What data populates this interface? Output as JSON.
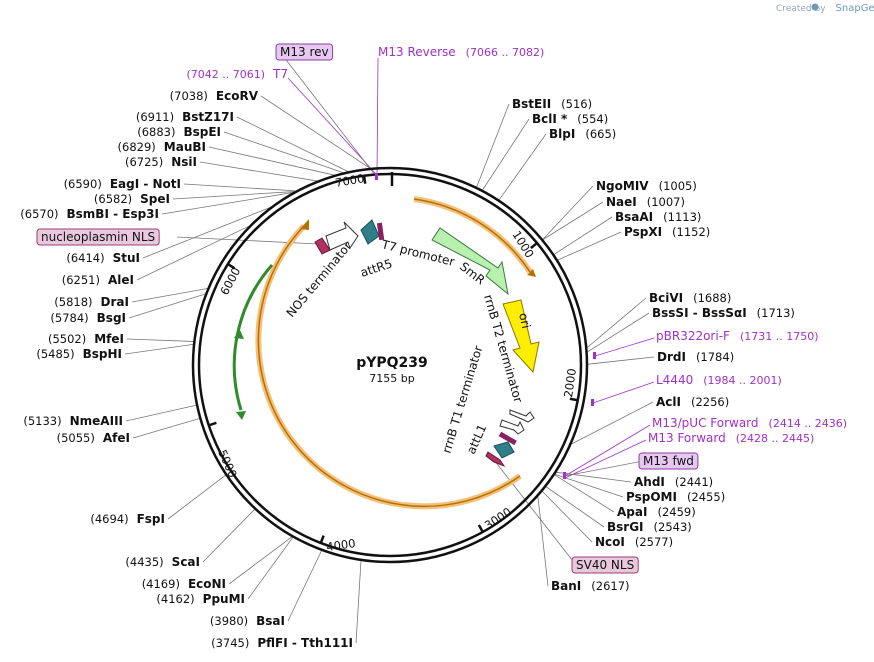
{
  "credit": {
    "prefix": "Created by",
    "brand": "SnapGene"
  },
  "plasmid": {
    "name": "pYPQ239",
    "size": "7155 bp"
  },
  "ticks": [
    {
      "label": "1000",
      "bp": 1000
    },
    {
      "label": "2000",
      "bp": 2000
    },
    {
      "label": "3000",
      "bp": 3000
    },
    {
      "label": "4000",
      "bp": 4000
    },
    {
      "label": "5000",
      "bp": 5000
    },
    {
      "label": "6000",
      "bp": 6000
    },
    {
      "label": "7000",
      "bp": 7000
    }
  ],
  "enzymes": [
    {
      "name": "BstEII",
      "pos": "(516)",
      "bp": 516
    },
    {
      "name": "BclI *",
      "pos": "(554)",
      "bp": 554
    },
    {
      "name": "BlpI",
      "pos": "(665)",
      "bp": 665
    },
    {
      "name": "NgoMIV",
      "pos": "(1005)",
      "bp": 1005
    },
    {
      "name": "NaeI",
      "pos": "(1007)",
      "bp": 1007
    },
    {
      "name": "BsaAI",
      "pos": "(1113)",
      "bp": 1113
    },
    {
      "name": "PspXI",
      "pos": "(1152)",
      "bp": 1152
    },
    {
      "name": "BciVI",
      "pos": "(1688)",
      "bp": 1688
    },
    {
      "name": "BssSI - BssSαI",
      "pos": "(1713)",
      "bp": 1713
    },
    {
      "name": "DrdI",
      "pos": "(1784)",
      "bp": 1784
    },
    {
      "name": "AclI",
      "pos": "(2256)",
      "bp": 2256
    },
    {
      "name": "AhdI",
      "pos": "(2441)",
      "bp": 2441
    },
    {
      "name": "PspOMI",
      "pos": "(2455)",
      "bp": 2455
    },
    {
      "name": "ApaI",
      "pos": "(2459)",
      "bp": 2459
    },
    {
      "name": "BsrGI",
      "pos": "(2543)",
      "bp": 2543
    },
    {
      "name": "NcoI",
      "pos": "(2577)",
      "bp": 2577
    },
    {
      "name": "BanI",
      "pos": "(2617)",
      "bp": 2617
    },
    {
      "name": "PflFI - Tth111I",
      "pos": "(3745)",
      "bp": 3745
    },
    {
      "name": "BsaI",
      "pos": "(3980)",
      "bp": 3980
    },
    {
      "name": "PpuMI",
      "pos": "(4162)",
      "bp": 4162
    },
    {
      "name": "EcoNI",
      "pos": "(4169)",
      "bp": 4169
    },
    {
      "name": "ScaI",
      "pos": "(4435)",
      "bp": 4435
    },
    {
      "name": "FspI",
      "pos": "(4694)",
      "bp": 4694
    },
    {
      "name": "AfeI",
      "pos": "(5055)",
      "bp": 5055
    },
    {
      "name": "NmeAIII",
      "pos": "(5133)",
      "bp": 5133
    },
    {
      "name": "BspHI",
      "pos": "(5485)",
      "bp": 5485
    },
    {
      "name": "MfeI",
      "pos": "(5502)",
      "bp": 5502
    },
    {
      "name": "BsgI",
      "pos": "(5784)",
      "bp": 5784
    },
    {
      "name": "DraI",
      "pos": "(5818)",
      "bp": 5818
    },
    {
      "name": "AleI",
      "pos": "(6251)",
      "bp": 6251
    },
    {
      "name": "StuI",
      "pos": "(6414)",
      "bp": 6414
    },
    {
      "name": "BsmBI - Esp3I",
      "pos": "(6570)",
      "bp": 6570
    },
    {
      "name": "SpeI",
      "pos": "(6582)",
      "bp": 6582
    },
    {
      "name": "EagI - NotI",
      "pos": "(6590)",
      "bp": 6590
    },
    {
      "name": "NsiI",
      "pos": "(6725)",
      "bp": 6725
    },
    {
      "name": "MauBI",
      "pos": "(6829)",
      "bp": 6829
    },
    {
      "name": "BspEI",
      "pos": "(6883)",
      "bp": 6883
    },
    {
      "name": "BstZ17I",
      "pos": "(6911)",
      "bp": 6911
    },
    {
      "name": "EcoRV",
      "pos": "(7038)",
      "bp": 7038
    }
  ],
  "primers": [
    {
      "name": "M13 Reverse",
      "pos": "(7066 .. 7082)"
    },
    {
      "name": "T7",
      "pos": "(7042 .. 7061)"
    },
    {
      "name": "pBR322ori-F",
      "pos": "(1731 .. 1750)"
    },
    {
      "name": "L4440",
      "pos": "(1984 .. 2001)"
    },
    {
      "name": "M13/pUC Forward",
      "pos": "(2414 .. 2436)"
    },
    {
      "name": "M13 Forward",
      "pos": "(2428 .. 2445)"
    }
  ],
  "boxed": [
    {
      "name": "M13 rev"
    },
    {
      "name": "nucleoplasmin NLS"
    },
    {
      "name": "M13 fwd"
    },
    {
      "name": "SV40 NLS"
    }
  ],
  "features": [
    {
      "name": "SmR"
    },
    {
      "name": "ori"
    },
    {
      "name": "rrnB T2 terminator"
    },
    {
      "name": "rrnB T1 terminator"
    },
    {
      "name": "attL1"
    },
    {
      "name": "attR5"
    },
    {
      "name": "T7 promoter"
    },
    {
      "name": "NOS terminator"
    }
  ],
  "colors": {
    "backbone": "#111111",
    "primer": "#a030c8",
    "orange": "#f0a020",
    "smr": "#b8f0b0",
    "ori": "#ffee00",
    "teal": "#2e7f8a",
    "nls": "#e8c8dc",
    "green": "#2e8b2e"
  }
}
